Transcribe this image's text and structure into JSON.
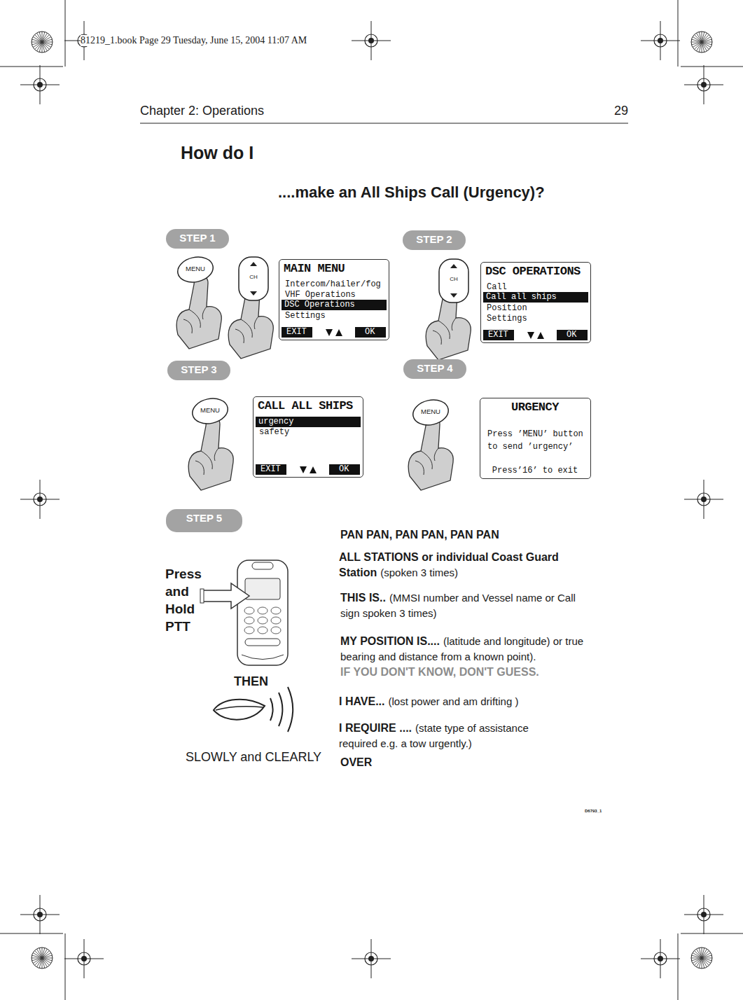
{
  "diagram": {
    "title": "How do I",
    "nodes": [
      {
        "text": [
          "STEP 1"
        ]
      },
      {
        "text": [
          "MENU"
        ]
      },
      {
        "text": [
          "CH"
        ]
      },
      {
        "text": [
          "MAIN MENU",
          "Intercom/hailer/fog",
          "VHF Operations",
          "Settings"
        ]
      },
      {
        "text": [
          "DSC Operations"
        ],
        "in": 3
      },
      {
        "text": [
          "EXIT"
        ],
        "in": 3
      },
      {
        "text": [
          "OK"
        ],
        "in": 3
      },
      {
        "text": [
          "STEP 2"
        ]
      },
      {
        "text": [
          "CH"
        ]
      },
      {
        "text": [
          "DSC OPERATIONS",
          "Call",
          "Position",
          "Settings"
        ]
      },
      {
        "text": [
          "Call all ships"
        ],
        "in": 9
      },
      {
        "text": [
          "EXIT"
        ],
        "in": 9
      },
      {
        "text": [
          "OK"
        ],
        "in": 9
      },
      {
        "text": [
          "STEP 3"
        ]
      },
      {
        "text": [
          "MENU"
        ]
      },
      {
        "text": [
          "CALL ALL SHIPS",
          "safety"
        ]
      },
      {
        "text": [
          "urgency"
        ],
        "in": 15
      },
      {
        "text": [
          "EXIT"
        ],
        "in": 15
      },
      {
        "text": [
          "OK"
        ],
        "in": 15
      },
      {
        "text": [
          "STEP 4"
        ]
      },
      {
        "text": [
          "MENU"
        ]
      },
      {
        "text": [
          "URGENCY",
          "Press ’MENU’ button to send ’urgency’",
          "Press’16’ to exit"
        ]
      },
      {
        "text": [
          "STEP 5"
        ]
      }
    ],
    "labels": [
      "81219_1.book  Page 29  Tuesday, June 15, 2004  11:07 AM",
      "Chapter 2: Operations",
      "29",
      "....make an All Ships Call (Urgency)?",
      "PAN PAN, PAN PAN, PAN PAN",
      "ALL STATIONS or individual Coast Guard Station",
      "(spoken 3 times)",
      "THIS IS..",
      "(MMSI number and Vessel name or Call sign spoken 3 times)",
      "MY POSITION IS....",
      "(latitude and longitude) or true bearing and distance from a known point).",
      "IF YOU DON'T KNOW, DON'T GUESS.",
      "Press and Hold PTT",
      "THEN",
      "I HAVE...",
      "(lost power and am drifting )",
      "SLOWLY and CLEARLY",
      "I REQUIRE ....",
      "(state type of assistance required e.g. a tow urgently.)",
      "OVER",
      "D6793_1"
    ]
  }
}
